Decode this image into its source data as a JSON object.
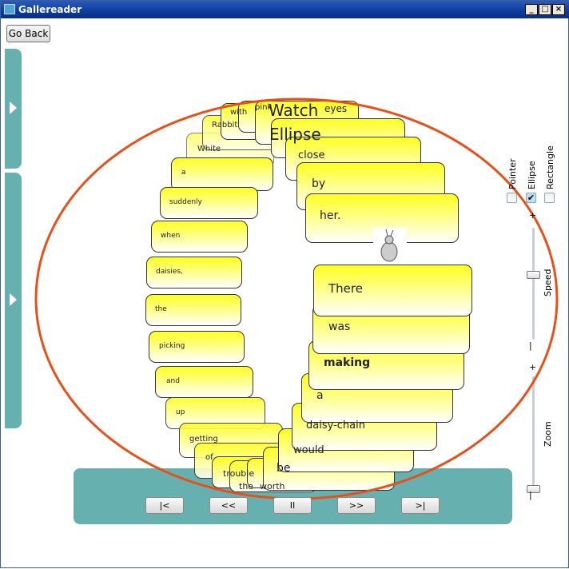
{
  "window": {
    "title": "Gallereader",
    "minimize": "_",
    "maximize": "□",
    "close": "×"
  },
  "toolbar": {
    "go_back": "Go Back"
  },
  "modes": {
    "pointer": "Pointer",
    "ellipse": "Ellipse",
    "rectangle": "Rectangle",
    "selected": "ellipse"
  },
  "speed": {
    "label": "Speed",
    "plus": "+",
    "minus": "|",
    "value": 0.58
  },
  "zoom": {
    "label": "Zoom",
    "plus": "+",
    "minus": "|",
    "value": 0.03
  },
  "nav": {
    "first": "|<",
    "prev": "<<",
    "pause": "II",
    "next": ">>",
    "last": ">|"
  },
  "colors": {
    "ellipse": "#e8501a",
    "panel": "#66b0b0",
    "card_top": "#ffff20"
  },
  "words": [
    "White",
    "Rabbit",
    "with",
    "pink",
    "eyes",
    "a",
    "suddenly",
    "when",
    "daisies,",
    "the",
    "picking",
    "and",
    "up",
    "getting",
    "of",
    "trouble",
    "the",
    "worth",
    "be",
    "would",
    "daisy-chain",
    "a",
    "making",
    "was",
    "There",
    "Watch",
    "Ellipse",
    "close",
    "by",
    "her."
  ]
}
